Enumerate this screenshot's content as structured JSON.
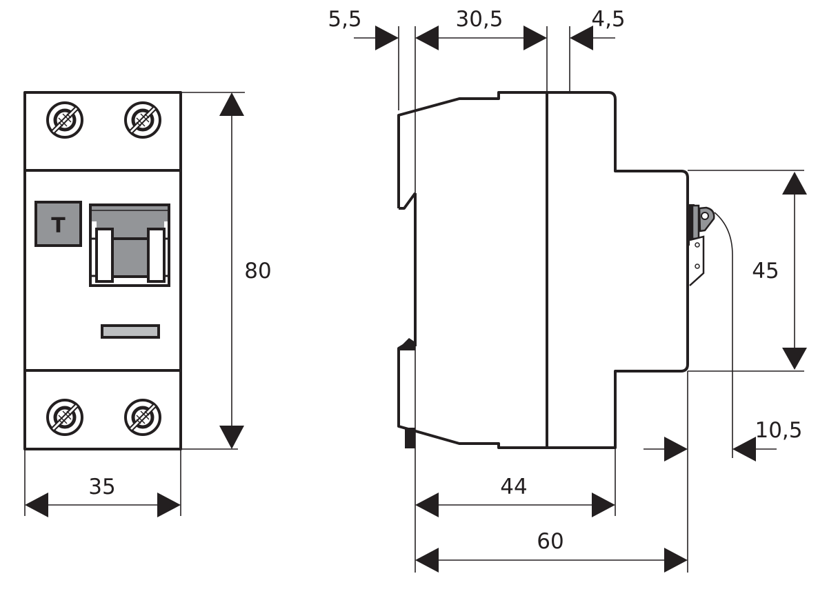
{
  "drawing": {
    "title": "Residual current circuit breaker dimensions",
    "front_view": {
      "test_button_label": "T",
      "width_dim": "35",
      "height_dim": "80"
    },
    "side_view": {
      "dim_rail_clip": "5,5",
      "dim_front_depth": "30,5",
      "dim_step": "4,5",
      "dim_cover_height": "45",
      "dim_toggle": "10,5",
      "dim_body_depth": "44",
      "dim_total_depth": "60"
    },
    "colors": {
      "line": "#231f20",
      "fill_gray": "#939598",
      "indicator_gray": "#bcbec0",
      "background": "#ffffff"
    }
  }
}
